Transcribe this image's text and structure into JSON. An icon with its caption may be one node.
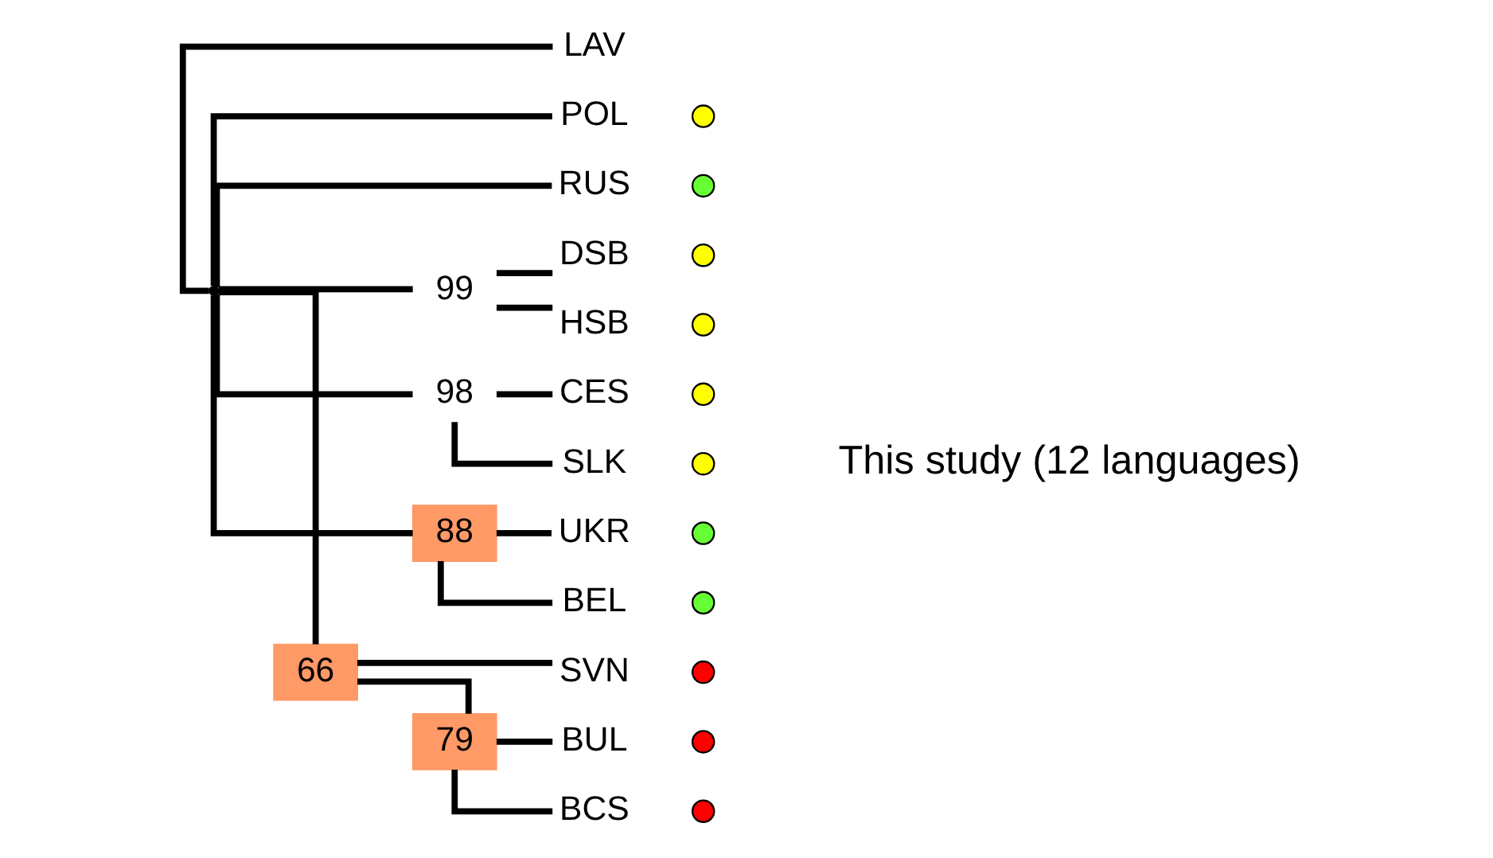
{
  "diagram": {
    "nodes": [
      {
        "text": [],
        "shape": "point"
      },
      {
        "text": [
          "LAV"
        ]
      },
      {
        "text": [
          "POL"
        ]
      },
      {
        "text": [
          "RUS"
        ]
      },
      {
        "text": [
          "99"
        ]
      },
      {
        "text": [
          "DSB"
        ]
      },
      {
        "text": [
          "HSB"
        ]
      },
      {
        "text": [
          "98"
        ]
      },
      {
        "text": [
          "CES"
        ]
      },
      {
        "text": [
          "SLK"
        ]
      },
      {
        "text": [
          "88"
        ]
      },
      {
        "text": [
          "UKR"
        ]
      },
      {
        "text": [
          "BEL"
        ]
      },
      {
        "text": [
          "66"
        ]
      },
      {
        "text": [
          "SVN"
        ]
      },
      {
        "text": [
          "79"
        ]
      },
      {
        "text": [
          "BUL"
        ]
      },
      {
        "text": [
          "BCS"
        ]
      }
    ],
    "edges": [
      {
        "from": 0,
        "to": 1,
        "arrow": "none"
      },
      {
        "from": 0,
        "to": 2,
        "arrow": "none"
      },
      {
        "from": 0,
        "to": 3,
        "arrow": "none"
      },
      {
        "from": 0,
        "to": 4,
        "arrow": "none"
      },
      {
        "from": 4,
        "to": 5,
        "arrow": "none"
      },
      {
        "from": 4,
        "to": 6,
        "arrow": "none"
      },
      {
        "from": 0,
        "to": 7,
        "arrow": "none"
      },
      {
        "from": 7,
        "to": 8,
        "arrow": "none"
      },
      {
        "from": 7,
        "to": 9,
        "arrow": "none"
      },
      {
        "from": 0,
        "to": 10,
        "arrow": "none"
      },
      {
        "from": 10,
        "to": 11,
        "arrow": "none"
      },
      {
        "from": 10,
        "to": 12,
        "arrow": "none"
      },
      {
        "from": 0,
        "to": 13,
        "arrow": "none"
      },
      {
        "from": 13,
        "to": 14,
        "arrow": "none"
      },
      {
        "from": 13,
        "to": 15,
        "arrow": "none"
      },
      {
        "from": 15,
        "to": 16,
        "arrow": "none"
      },
      {
        "from": 15,
        "to": 17,
        "arrow": "none"
      }
    ],
    "labels": [
      "This study (12 languages)"
    ]
  }
}
